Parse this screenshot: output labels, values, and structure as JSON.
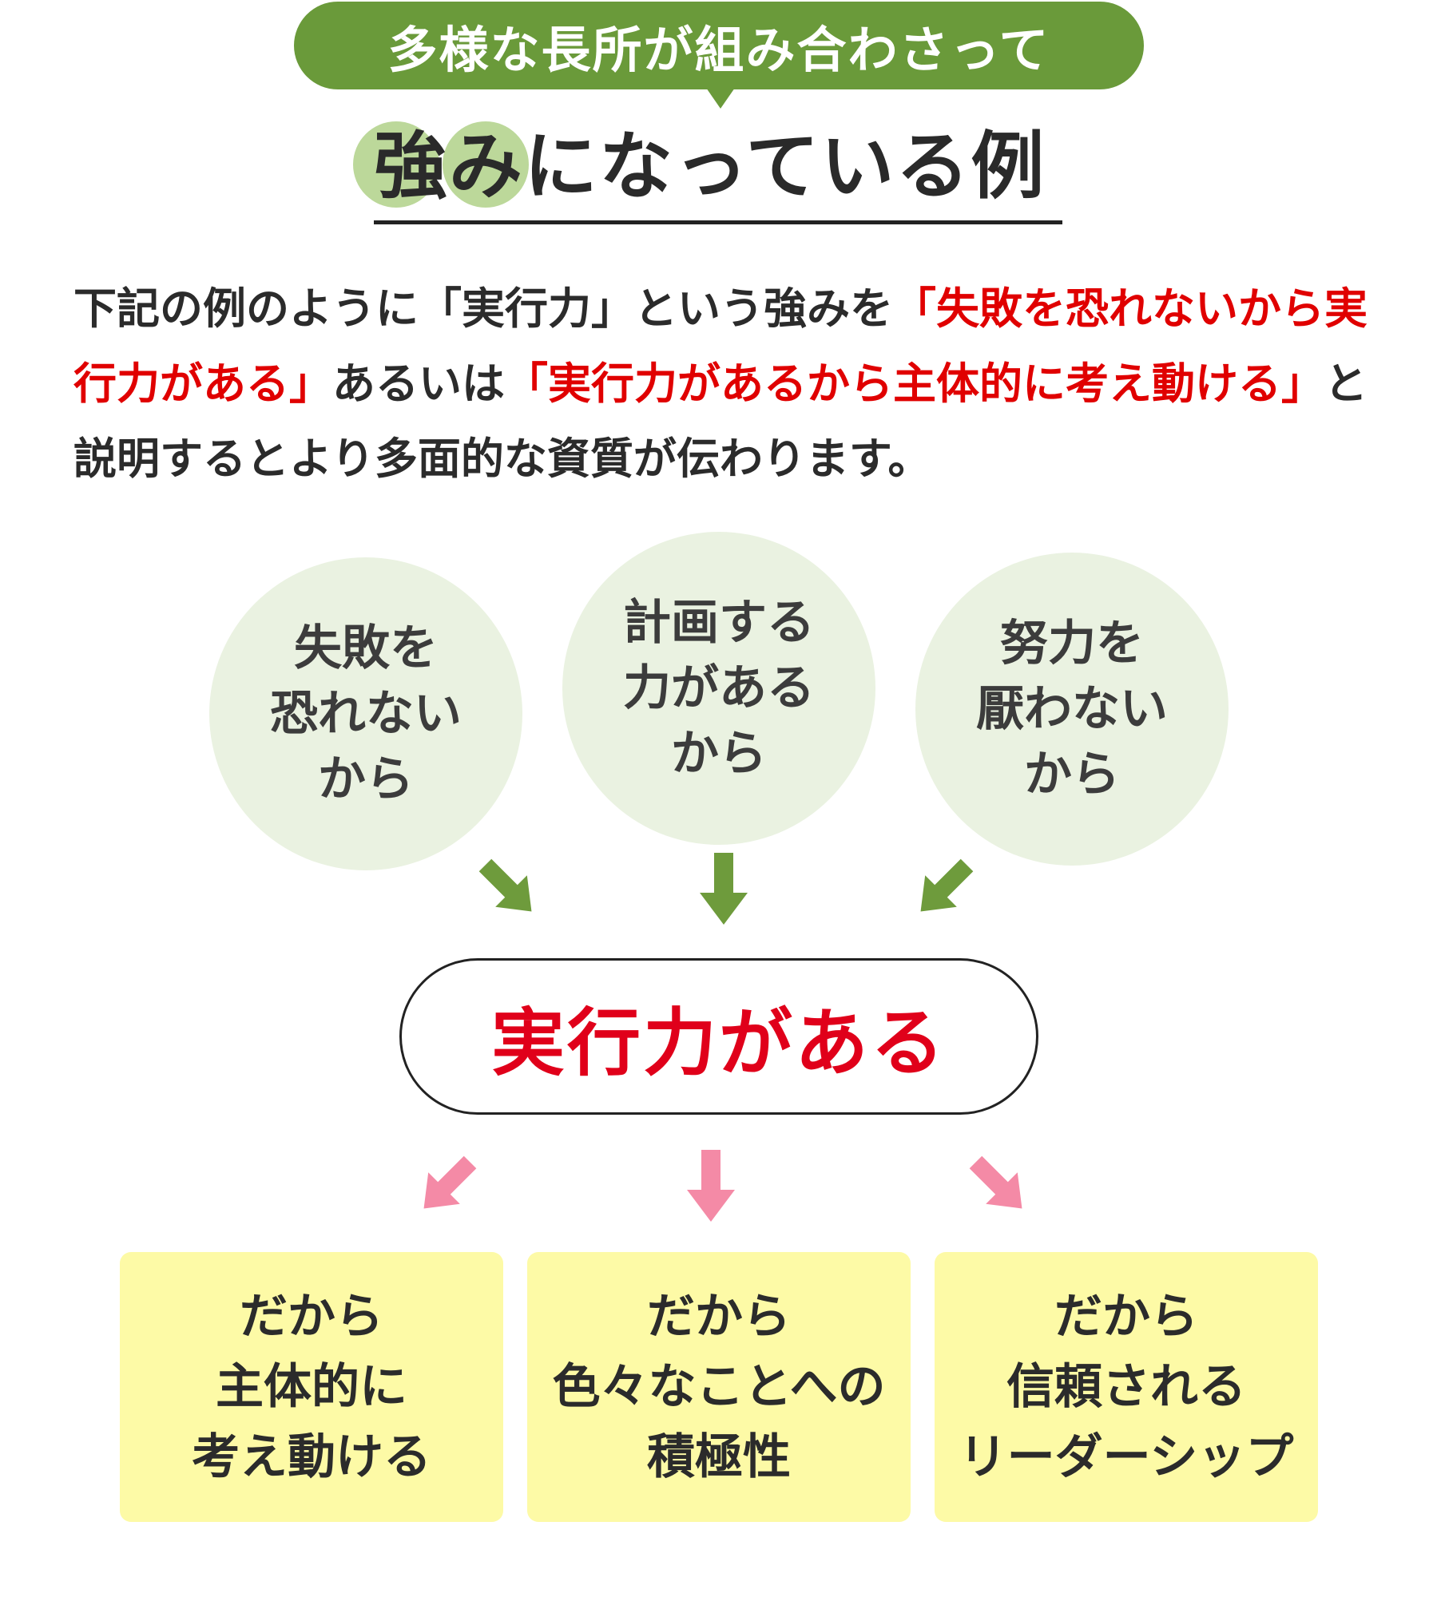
{
  "header": {
    "pill_text": "多様な長所が組み合わさって",
    "title_highlight": "強み",
    "title_rest": "になっている例"
  },
  "description": {
    "p1": "下記の例のように「実行力」という強みを",
    "p2_red": "「失敗を恐れないから実行力がある」",
    "p3": "あるいは",
    "p4_red": "「実行力があるから主体的に考え動ける」",
    "p5": "と説明するとより多面的な資質が伝わります。"
  },
  "causes": [
    {
      "text": "失敗を\n恐れない\nから"
    },
    {
      "text": "計画する\n力がある\nから"
    },
    {
      "text": "努力を\n厭わない\nから"
    }
  ],
  "center": {
    "text": "実行力がある"
  },
  "results": [
    {
      "text": "だから\n主体的に\n考え動ける"
    },
    {
      "text": "だから\n色々なことへの\n積極性"
    },
    {
      "text": "だから\n信頼される\nリーダーシップ"
    }
  ],
  "colors": {
    "green": "#6a9a3a",
    "green_arrow": "#6e9b3c",
    "pink_arrow": "#f48aa6",
    "red": "#e00000",
    "circle_fill": "#eaf2e1",
    "yellow_fill": "#fdfaa6"
  }
}
